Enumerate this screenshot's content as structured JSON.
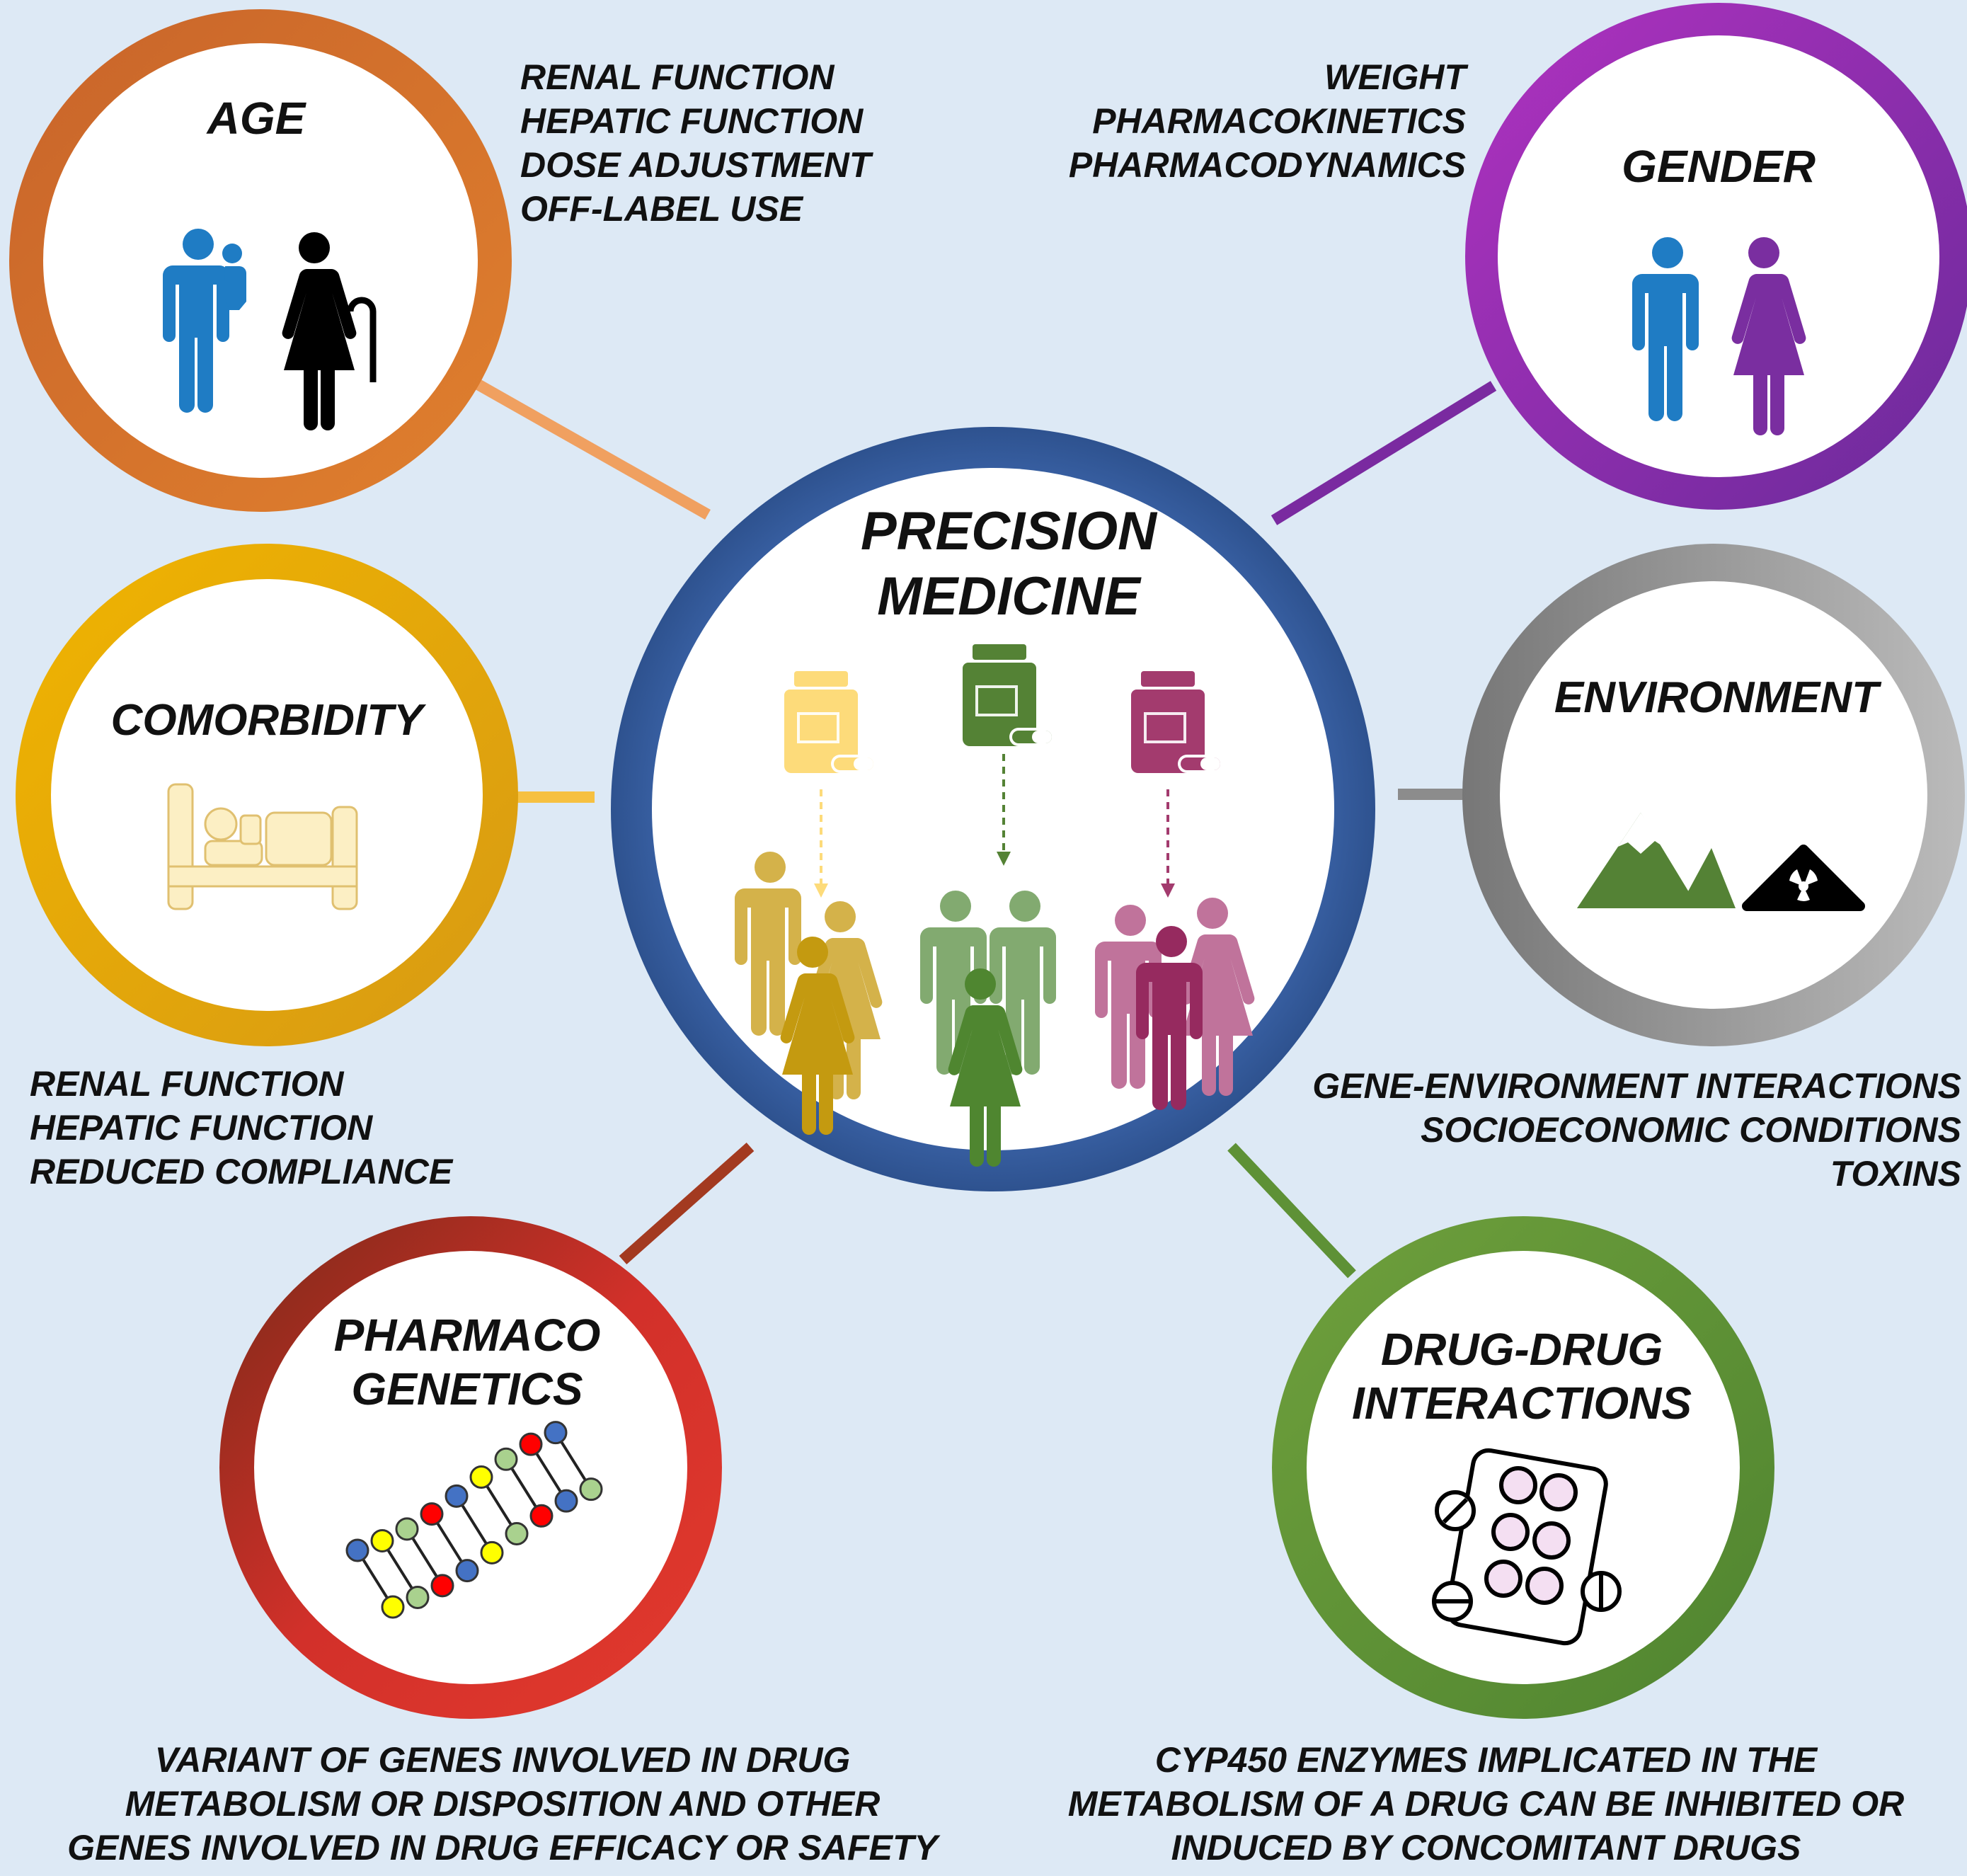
{
  "center": {
    "title_line1": "PRECISION",
    "title_line2": "MEDICINE",
    "groups": [
      {
        "color": "#fddb7a",
        "people_color": "#d4b24a",
        "accent": "#c49a10"
      },
      {
        "color": "#548235",
        "people_color": "#7ea86a",
        "accent": "#4f8630"
      },
      {
        "color": "#a33b6e",
        "people_color": "#c0739b",
        "accent": "#962a5f"
      }
    ]
  },
  "nodes": {
    "age": {
      "title": "AGE",
      "notes": [
        "RENAL FUNCTION",
        "HEPATIC FUNCTION",
        "DOSE ADJUSTMENT",
        "OFF-LABEL USE"
      ],
      "ring_color": "#d9712c",
      "icon": "parent-with-child-and-elderly-woman-icon"
    },
    "gender": {
      "title": "GENDER",
      "notes": [
        "WEIGHT",
        "PHARMACOKINETICS",
        "PHARMACODYNAMICS"
      ],
      "ring_color": "#8e2bb0",
      "icon": "male-female-icon"
    },
    "comorbidity": {
      "title": "COMORBIDITY",
      "notes": [
        "RENAL FUNCTION",
        "HEPATIC FUNCTION",
        "REDUCED COMPLIANCE"
      ],
      "ring_color": "#e0a800",
      "icon": "hospital-bed-icon"
    },
    "environment": {
      "title": "ENVIRONMENT",
      "notes": [
        "GENE-ENVIRONMENT INTERACTIONS",
        "SOCIOECONOMIC CONDITIONS",
        "TOXINS"
      ],
      "ring_color": "#8c8c8c",
      "icon": "mountains-and-radiation-icon"
    },
    "pharmacogenetics": {
      "title_line1": "PHARMACO",
      "title_line2": "GENETICS",
      "notes": [
        "VARIANT OF GENES INVOLVED IN DRUG",
        "METABOLISM OR DISPOSITION AND OTHER",
        "GENES INVOLVED IN DRUG EFFICACY OR SAFETY"
      ],
      "ring_color": "#d2302a",
      "icon": "dna-icon"
    },
    "ddi": {
      "title_line1": "DRUG-DRUG",
      "title_line2": "INTERACTIONS",
      "notes": [
        "CYP450 ENZYMES IMPLICATED IN THE",
        "METABOLISM OF A DRUG CAN BE INHIBITED OR",
        "INDUCED BY CONCOMITANT DRUGS"
      ],
      "ring_color": "#5e9136",
      "icon": "pill-blister-icon"
    }
  },
  "colors": {
    "background": "#dde9f5",
    "center_ring": "#3b64a8",
    "blue_person": "#1f7cc4",
    "purple_person": "#7a2ea0"
  }
}
